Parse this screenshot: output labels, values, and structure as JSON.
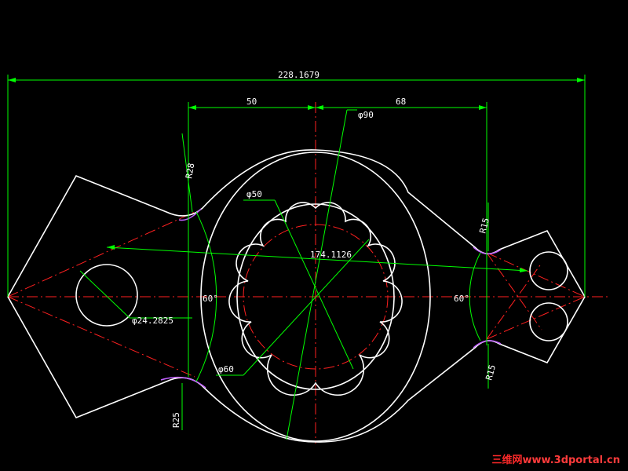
{
  "drawing": {
    "colors": {
      "background": "#000000",
      "outline": "#ffffff",
      "dimension": "#00ff00",
      "centerline": "#ff2020",
      "tangent_marker": "#c060ff"
    },
    "dimensions": {
      "overall_width": "228.1679",
      "left_offset": "50",
      "right_offset": "68",
      "diameter_90": "φ90",
      "diameter_50": "φ50",
      "diameter_60": "φ60",
      "diameter_left_hole": "φ24.2825",
      "center_distance": "174.1126",
      "radius_r28": "R28",
      "radius_r25": "R25",
      "radius_r15_top": "R15",
      "radius_r15_bottom": "R15",
      "angle_left": "60°",
      "angle_right": "60°"
    }
  },
  "watermark": {
    "cn_text": "三维网",
    "url_text": "www.3dportal.cn"
  }
}
